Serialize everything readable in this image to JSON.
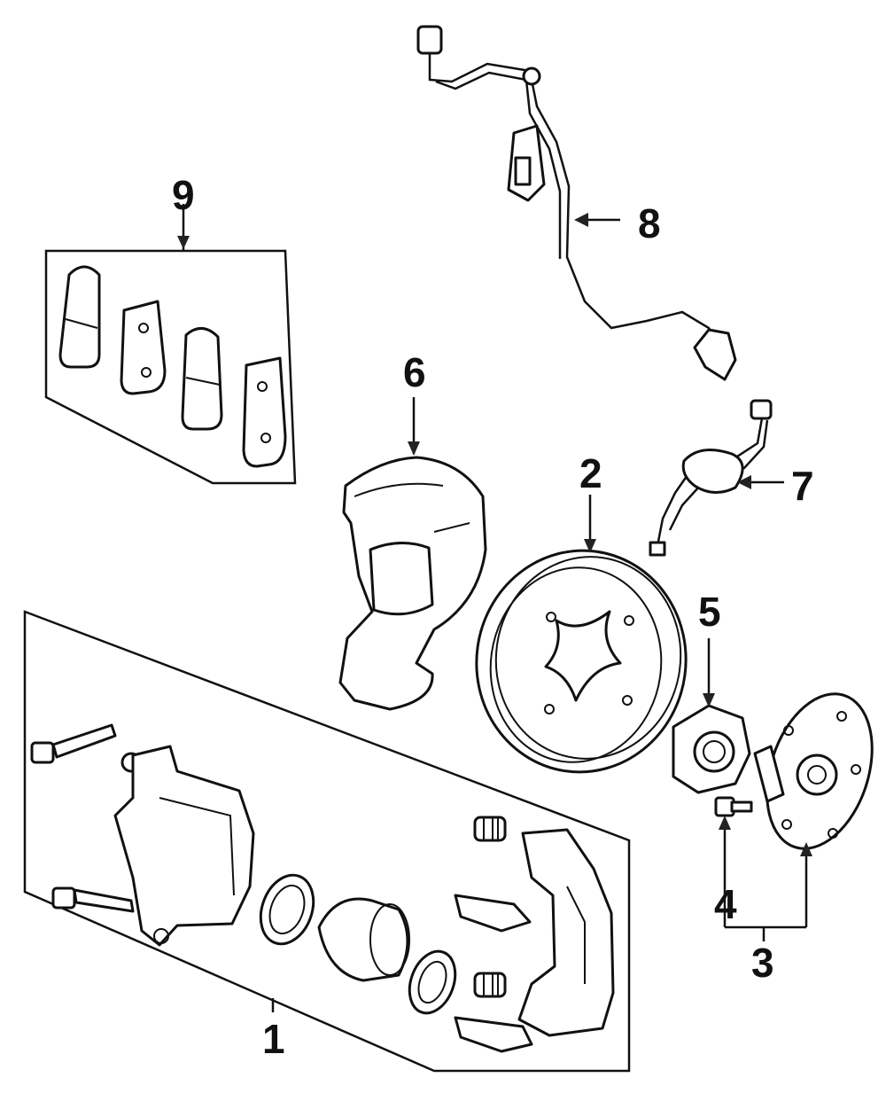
{
  "diagram": {
    "callouts": {
      "c1": "1",
      "c2": "2",
      "c3": "3",
      "c4": "4",
      "c5": "5",
      "c6": "6",
      "c7": "7",
      "c8": "8",
      "c9": "9"
    },
    "colors": {
      "ink": "#111111",
      "paper": "#ffffff"
    },
    "parts": [
      "caliper-assembly",
      "brake-rotor",
      "hub-assembly",
      "hub-bolt",
      "wheel-bearing",
      "splash-shield",
      "abs-sensor-rear",
      "abs-sensor-front",
      "brake-pad-set"
    ]
  }
}
